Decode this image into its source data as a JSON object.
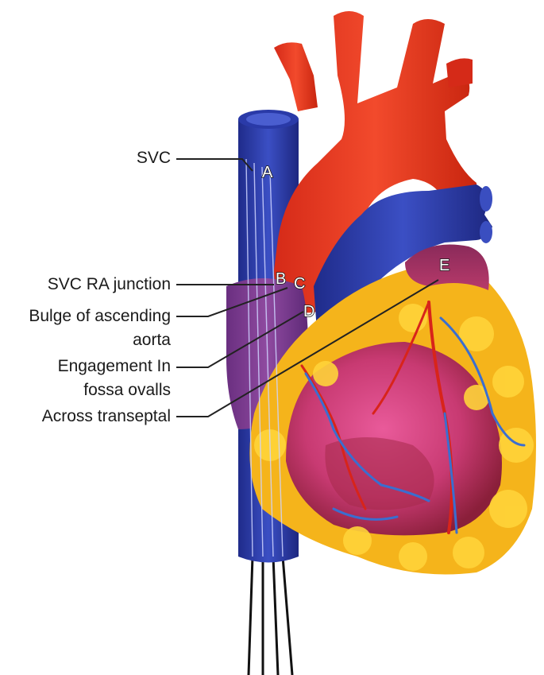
{
  "labels": {
    "svc": "SVC",
    "svc_ra_junction": "SVC RA junction",
    "bulge_line1": "Bulge of ascending",
    "bulge_line2": "aorta",
    "engagement_line1": "Engagement In",
    "engagement_line2": "fossa ovalls",
    "across": "Across transeptal"
  },
  "markers": {
    "a": "A",
    "b": "B",
    "c": "C",
    "d": "D",
    "e": "E"
  },
  "colors": {
    "aorta": "#e8321e",
    "vein": "#2d3a9e",
    "atrium": "#7a3a8a",
    "fat": "#f5c21b",
    "myocardium": "#c93a6a",
    "leader": "#222222"
  }
}
